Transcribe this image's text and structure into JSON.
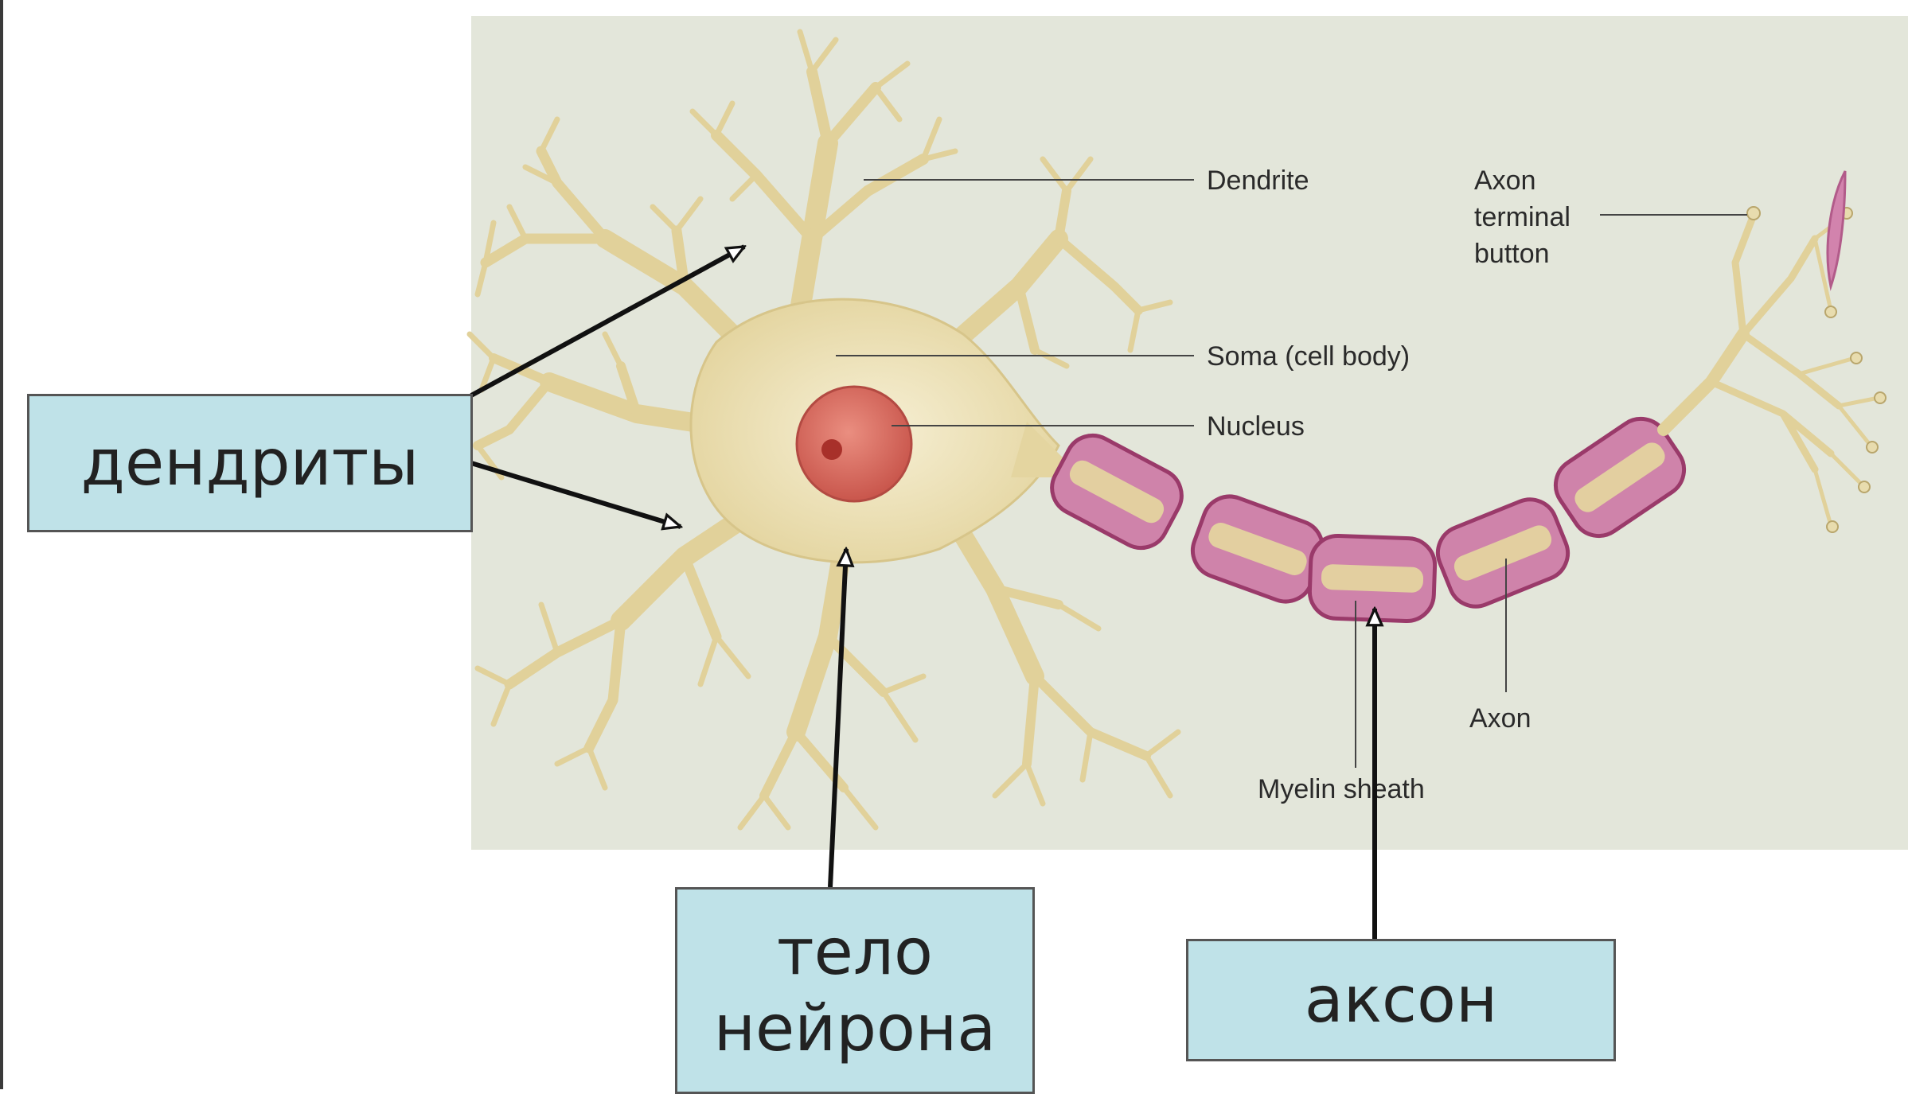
{
  "labels": {
    "dendrite": "Dendrite",
    "axon_terminal_1": "Axon",
    "axon_terminal_2": "terminal",
    "axon_terminal_3": "button",
    "soma": "Soma (cell body)",
    "nucleus": "Nucleus",
    "axon": "Axon",
    "myelin": "Myelin sheath"
  },
  "callouts": {
    "dendrites": "дендриты",
    "body_line1": "тело",
    "body_line2": "нейрона",
    "axon": "аксон"
  },
  "colors": {
    "background": "#e3e6da",
    "neuron": "#e6d8a6",
    "nucleus": "#d9675c",
    "myelin": "#c76a9c",
    "callout_box": "#bfe2e8"
  }
}
